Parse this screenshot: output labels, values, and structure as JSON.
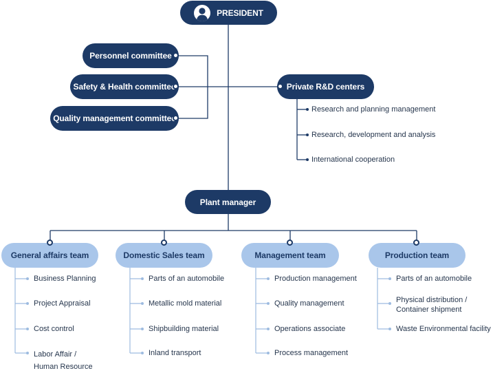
{
  "president": {
    "label": "PRESIDENT",
    "icon": "person-icon"
  },
  "committees": [
    {
      "label": "Personnel committee"
    },
    {
      "label": "Safety & Health committee"
    },
    {
      "label": "Quality management committee"
    }
  ],
  "rd": {
    "label": "Private R&D centers",
    "items": [
      "Research and planning management",
      "Research, development and analysis",
      "International cooperation"
    ]
  },
  "plant_manager": {
    "label": "Plant manager"
  },
  "teams": [
    {
      "label": "General affairs team",
      "items": [
        "Business Planning",
        "Project Appraisal",
        "Cost control",
        "Labor Affair /\nHuman Resource"
      ]
    },
    {
      "label": "Domestic Sales team",
      "items": [
        "Parts of an automobile",
        "Metallic mold material",
        "Shipbuilding material",
        "Inland transport"
      ]
    },
    {
      "label": "Management team",
      "items": [
        "Production management",
        "Quality management",
        "Operations associate",
        "Process management"
      ]
    },
    {
      "label": "Production team",
      "items": [
        "Parts of an automobile",
        "Physical distribution /\nContainer shipment",
        "Waste Environmental facility"
      ]
    }
  ],
  "colors": {
    "dark": "#1d3a66",
    "light": "#a9c6ea",
    "connector": "#1d3a66",
    "sub_connector": "#9dbbe0"
  }
}
